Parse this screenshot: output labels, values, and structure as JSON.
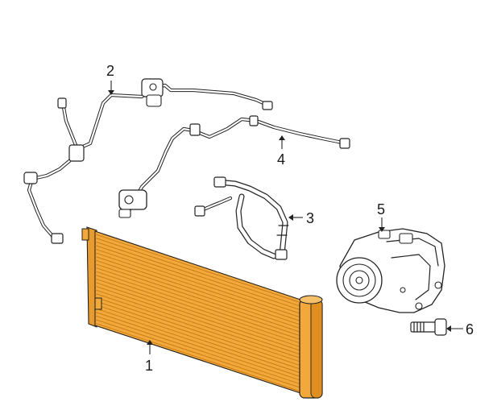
{
  "diagram": {
    "colors": {
      "condenser": "#f2a83a",
      "condenser_dark": "#c77a14",
      "line": "#222222",
      "background": "#ffffff"
    },
    "callouts": [
      {
        "id": "1",
        "label": "1"
      },
      {
        "id": "2",
        "label": "2"
      },
      {
        "id": "3",
        "label": "3"
      },
      {
        "id": "4",
        "label": "4"
      },
      {
        "id": "5",
        "label": "5"
      },
      {
        "id": "6",
        "label": "6"
      }
    ]
  }
}
